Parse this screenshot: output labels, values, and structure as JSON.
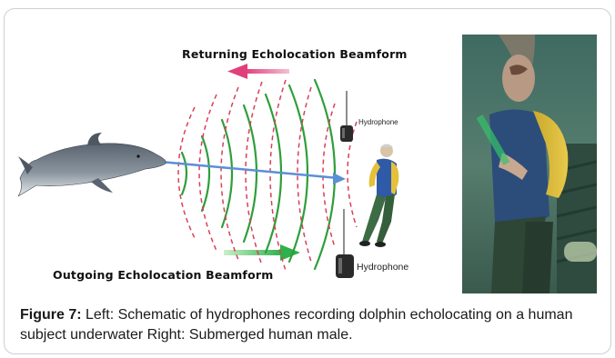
{
  "figure": {
    "labels": {
      "returning": "Returning Echolocation Beamform",
      "outgoing": "Outgoing Echolocation Beamform",
      "hydrophone_top": "Hydrophone",
      "hydrophone_bottom": "Hydrophone"
    },
    "colors": {
      "returning_arrow": "#e0407a",
      "outgoing_arrow": "#2fb04a",
      "outgoing_wave": "#2f9e3a",
      "returning_wave": "#d8405a",
      "beam_line": "#5b8fd6"
    },
    "caption": {
      "label": "Figure 7:",
      "text": " Left: Schematic of hydrophones recording dolphin echolocating on a human subject underwater Right: Submerged human male."
    }
  }
}
